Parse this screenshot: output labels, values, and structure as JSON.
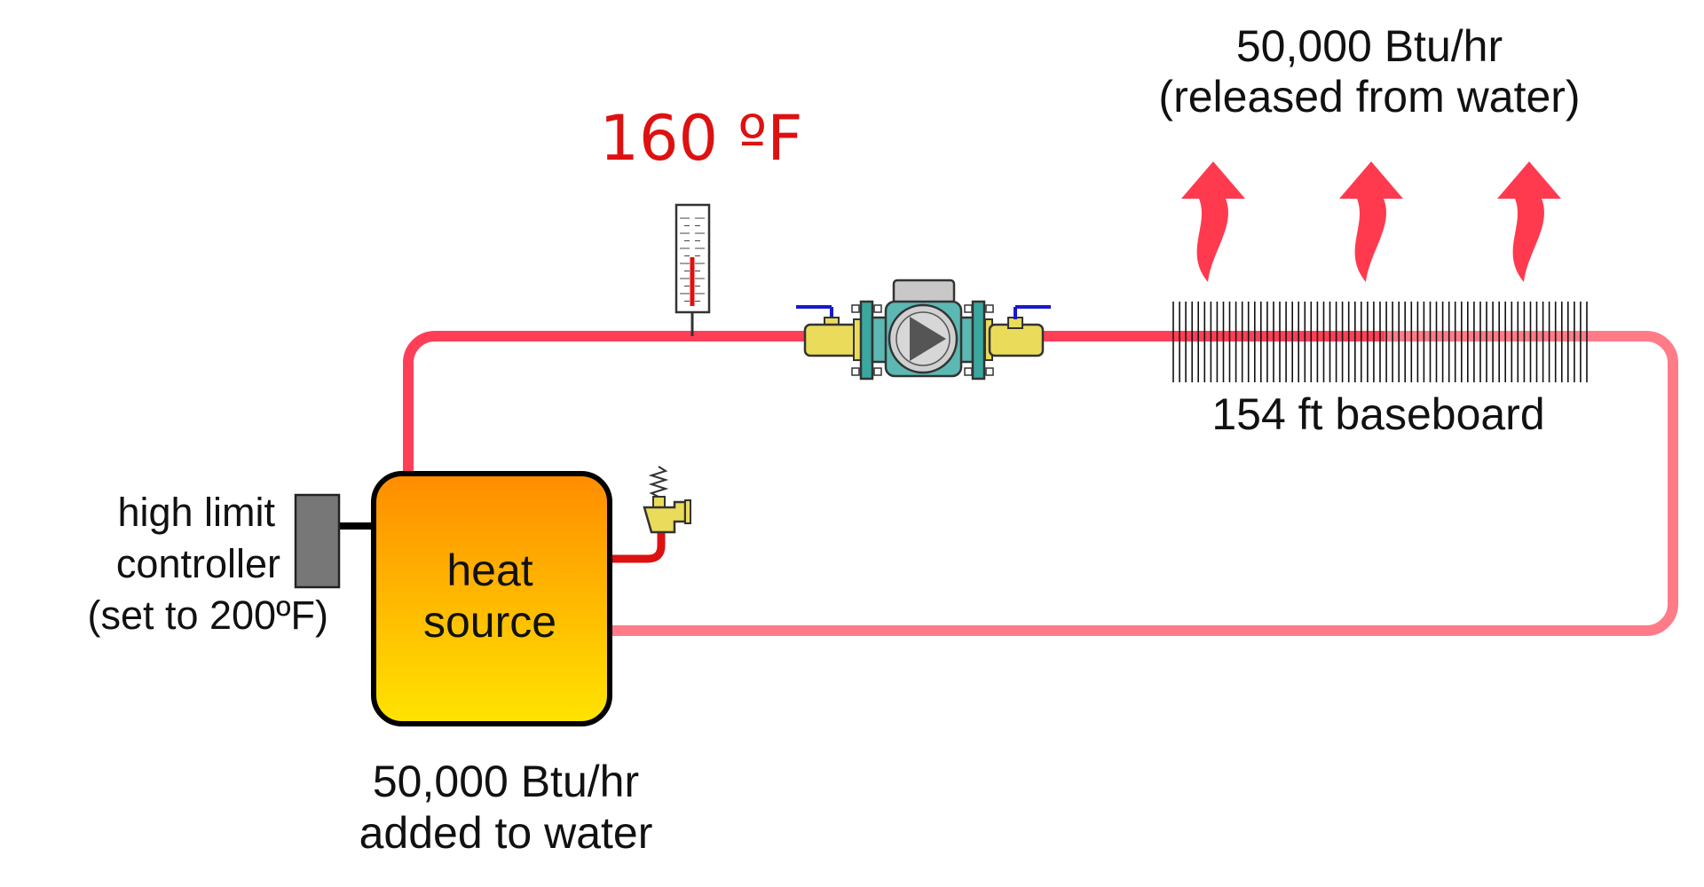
{
  "labels": {
    "temperature": "160 ºF",
    "released_line1": "50,000 Btu/hr",
    "released_line2": "(released from water)",
    "baseboard": "154 ft baseboard",
    "controller_line1": "high limit",
    "controller_line2": "controller",
    "controller_line3": "(set to 200ºF)",
    "heat_source_line1": "heat",
    "heat_source_line2": "source",
    "added_line1": "50,000 Btu/hr",
    "added_line2": "added to water"
  },
  "colors": {
    "supply_pipe": "#ff3f57",
    "return_pipe": "#ff7b88",
    "temperature_text": "#dd1111",
    "heat_arrow": "#ff3a4f",
    "heat_source_top": "#ff8c00",
    "heat_source_bottom": "#ffe400",
    "controller_box": "#777777",
    "valve_body": "#eadb5a",
    "valve_flange": "#3aa89f",
    "valve_handle": "#1919cc",
    "pump_housing": "#5cb8b2",
    "fin_lines": "#111111"
  },
  "thermometer": {
    "reading_fraction": 0.55
  },
  "baseboard": {
    "fin_count": 67
  }
}
